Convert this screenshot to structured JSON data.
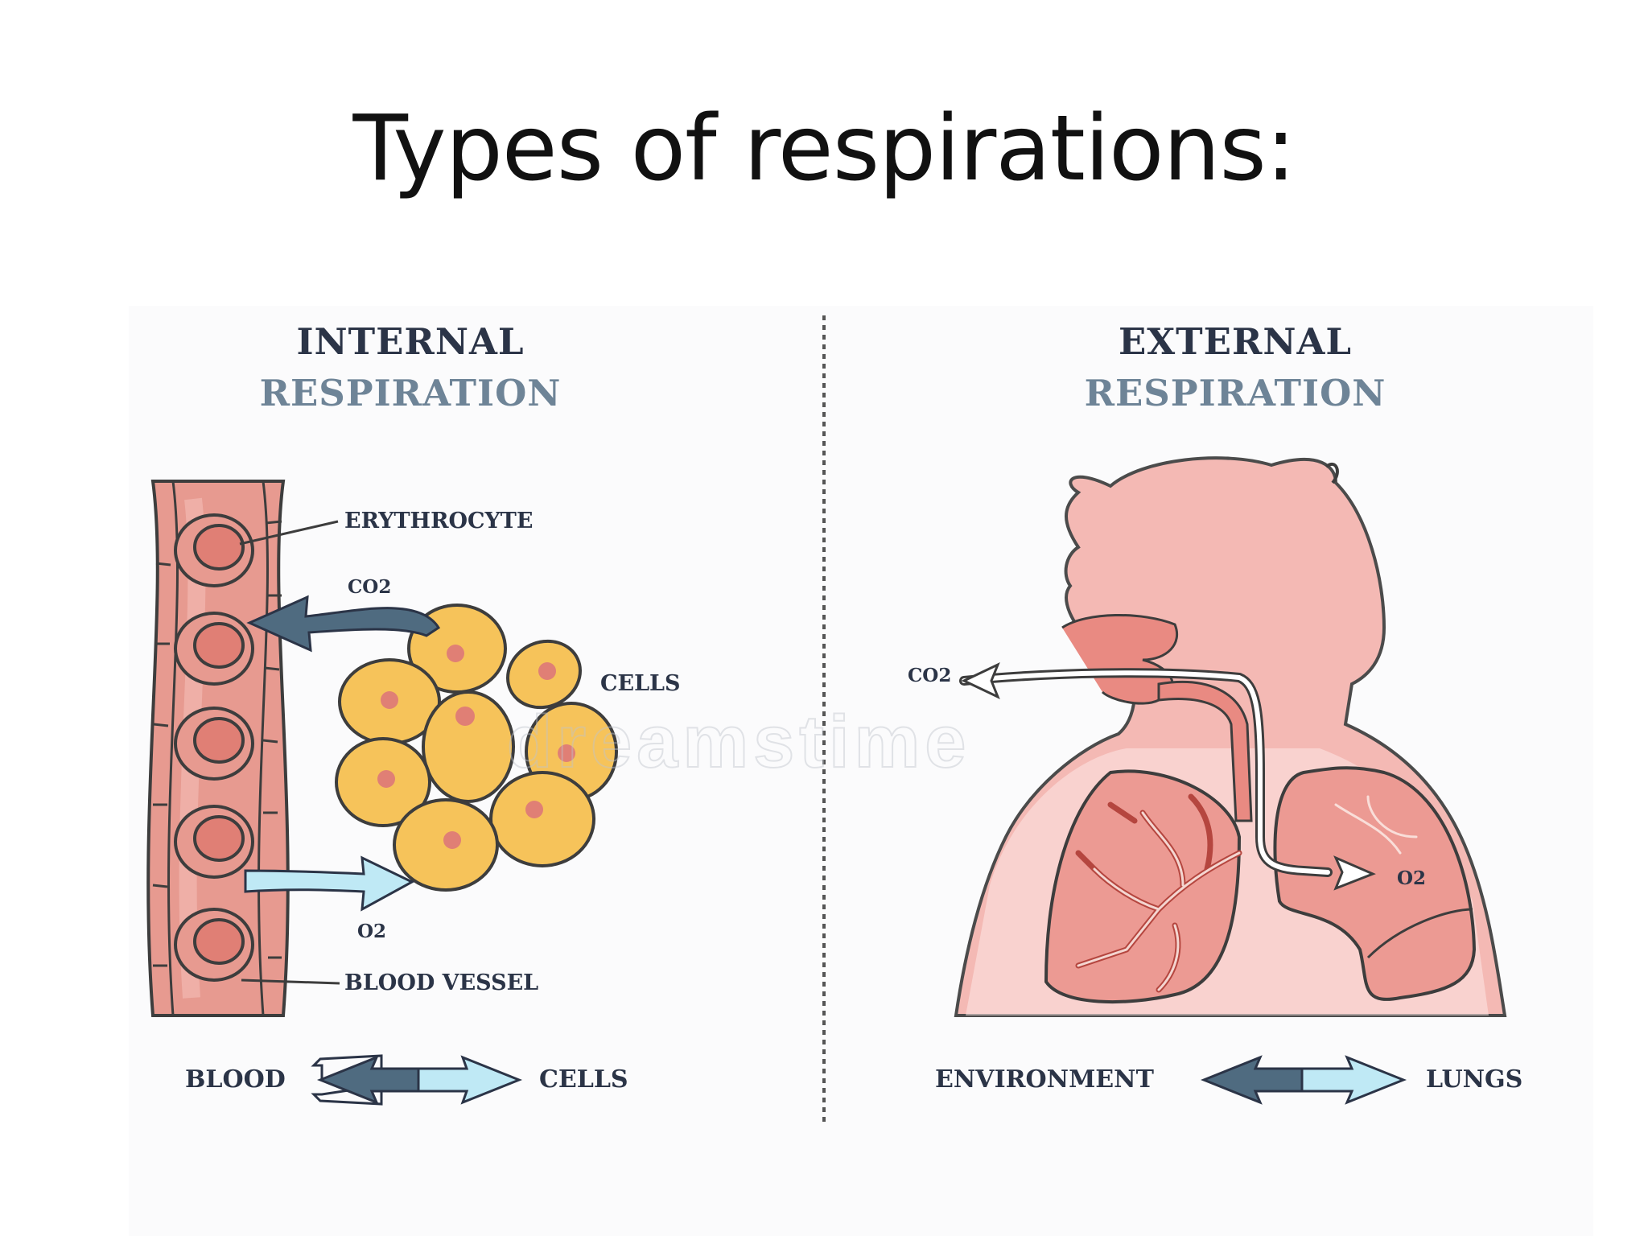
{
  "slide": {
    "title": "Types of respirations:"
  },
  "internal": {
    "heading_line1": "INTERNAL",
    "heading_line2": "RESPIRATION",
    "labels": {
      "erythrocyte": "ERYTHROCYTE",
      "co2": "CO2",
      "cells": "CELLS",
      "o2": "O2",
      "blood_vessel": "BLOOD VESSEL"
    },
    "exchange": {
      "left": "BLOOD",
      "right": "CELLS"
    }
  },
  "external": {
    "heading_line1": "EXTERNAL",
    "heading_line2": "RESPIRATION",
    "labels": {
      "co2": "CO2",
      "o2": "O2"
    },
    "exchange": {
      "left": "ENVIRONMENT",
      "right": "LUNGS"
    }
  },
  "watermark": "dreamstime",
  "colors": {
    "heading_dark": "#2b3447",
    "heading_muted": "#6e8497",
    "vessel": "#e79a90",
    "cell": "#f6c35a",
    "arrow_dark": "#4f6b80",
    "arrow_light": "#bfe9f5",
    "body": "#f4b4ae"
  }
}
